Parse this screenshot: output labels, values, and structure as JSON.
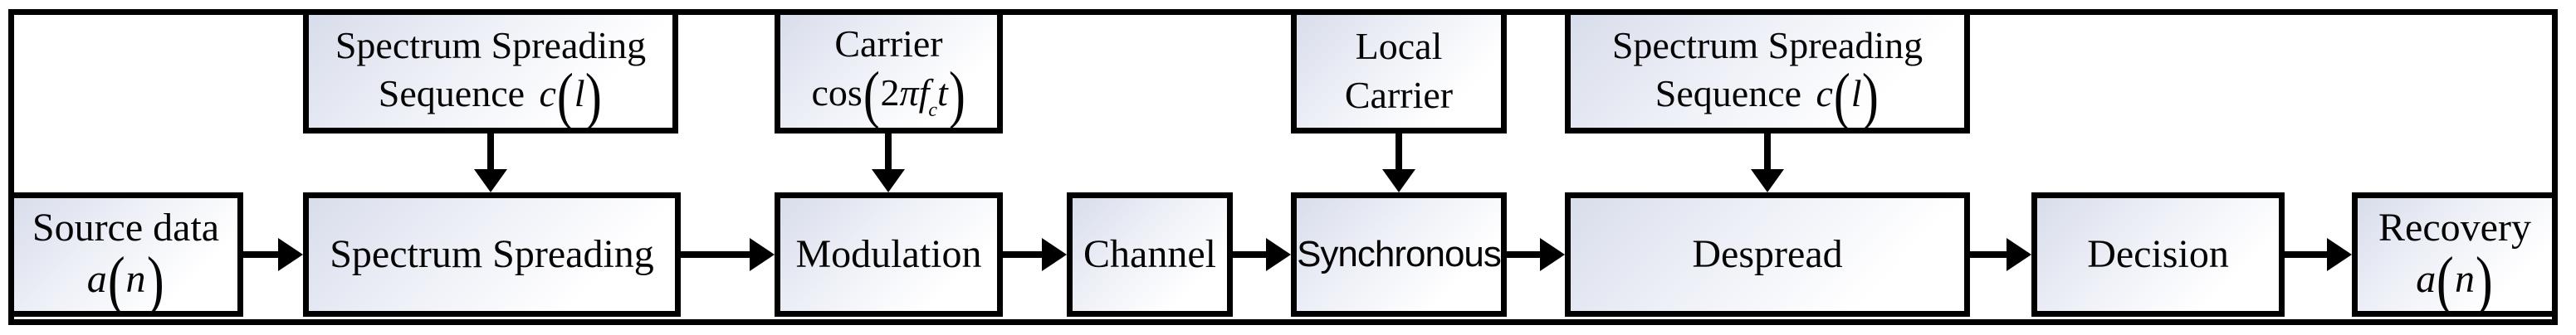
{
  "colors": {
    "border": "#000000",
    "text": "#050505",
    "box_fill_top_left": "#d8ddeb",
    "box_fill_bottom_right": "#ffffff"
  },
  "top_boxes": {
    "seq_tx": {
      "l1": "Spectrum Spreading",
      "l2": "Sequence",
      "var": "c",
      "open": "(",
      "arg": "l",
      "close": ")"
    },
    "carrier": {
      "l1": "Carrier",
      "fn": "cos",
      "open": "(",
      "coef": "2",
      "pi": "π",
      "fvar": "f",
      "fsub": "c",
      "tvar": "t",
      "close": ")"
    },
    "local": {
      "l1": "Local",
      "l2": "Carrier"
    },
    "seq_rx": {
      "l1": "Spectrum Spreading",
      "l2": "Sequence",
      "var": "c",
      "open": "(",
      "arg": "l",
      "close": ")"
    }
  },
  "bottom_boxes": {
    "source": {
      "l1": "Source data",
      "var": "a",
      "open": "(",
      "arg": "n",
      "close": ")"
    },
    "spreading": {
      "label": "Spectrum Spreading"
    },
    "modulation": {
      "label": "Modulation"
    },
    "channel": {
      "label": "Channel"
    },
    "synchronous": {
      "label": "Synchronous"
    },
    "despread": {
      "label": "Despread"
    },
    "decision": {
      "label": "Decision"
    },
    "recovery": {
      "l1": "Recovery",
      "var": "a",
      "open": "(",
      "arg": "n",
      "close": ")"
    }
  },
  "connections": [
    {
      "from": "source-data",
      "to": "spectrum-spreading",
      "direction": "right"
    },
    {
      "from": "spectrum-spreading",
      "to": "modulation",
      "direction": "right"
    },
    {
      "from": "modulation",
      "to": "channel",
      "direction": "right"
    },
    {
      "from": "channel",
      "to": "synchronous",
      "direction": "right"
    },
    {
      "from": "synchronous",
      "to": "despread",
      "direction": "right"
    },
    {
      "from": "despread",
      "to": "decision",
      "direction": "right"
    },
    {
      "from": "decision",
      "to": "recovery",
      "direction": "right"
    },
    {
      "from": "spectrum-spreading-sequence-tx",
      "to": "spectrum-spreading",
      "direction": "down"
    },
    {
      "from": "carrier",
      "to": "modulation",
      "direction": "down"
    },
    {
      "from": "local-carrier",
      "to": "synchronous",
      "direction": "down"
    },
    {
      "from": "spectrum-spreading-sequence-rx",
      "to": "despread",
      "direction": "down"
    }
  ]
}
